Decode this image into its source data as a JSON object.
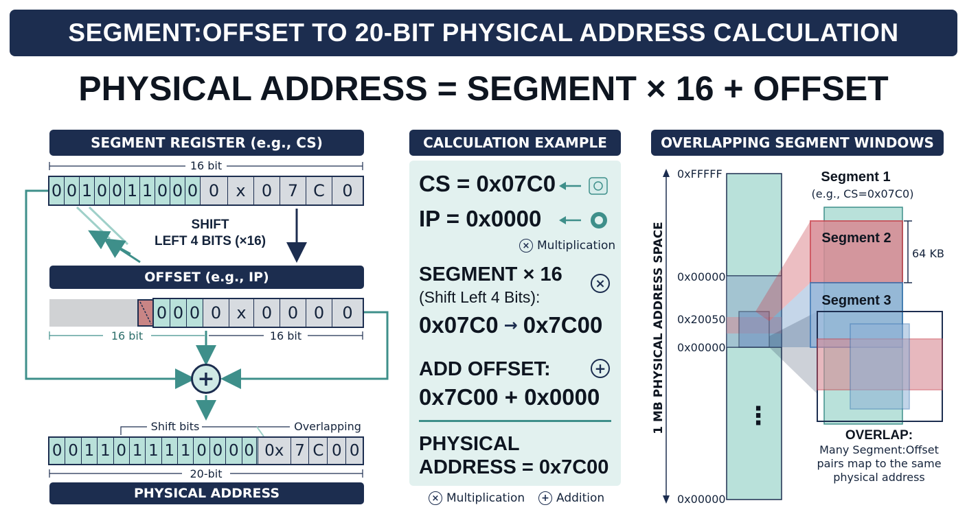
{
  "title": "SEGMENT:OFFSET TO 20-BIT PHYSICAL ADDRESS CALCULATION",
  "formula": "PHYSICAL ADDRESS = SEGMENT × 16 + OFFSET",
  "left": {
    "segment_header": "SEGMENT REGISTER (e.g., CS)",
    "seg_width_label": "16 bit",
    "segment_bits": [
      "0",
      "0",
      "1",
      "0",
      "0",
      "1",
      "1",
      "0",
      "0",
      "0"
    ],
    "segment_hex": [
      "0",
      "x",
      "0",
      "7",
      "C",
      "0"
    ],
    "shift_label_1": "SHIFT",
    "shift_label_2": "LEFT 4 BITS (×16)",
    "offset_header": "OFFSET (e.g., IP)",
    "offset_bits": [
      "0",
      "0",
      "0"
    ],
    "offset_hex": [
      "0",
      "x",
      "0",
      "0",
      "0",
      "0"
    ],
    "offset_width_left": "16 bit",
    "offset_width_right": "16 bit",
    "adder_symbol": "+",
    "shift_bits_label": "Shift bits",
    "overlapping_label": "Overlapping",
    "result_bits": [
      "0",
      "0",
      "1",
      "1",
      "0",
      "1",
      "1",
      "1",
      "1",
      "0",
      "0",
      "0",
      "0"
    ],
    "result_hex": [
      "0x",
      "7",
      "C",
      "0",
      "0"
    ],
    "result_width_label": "20-bit",
    "physical_header": "PHYSICAL ADDRESS"
  },
  "middle": {
    "header": "CALCULATION EXAMPLE",
    "cs_line": "CS = 0x07C0",
    "ip_line": "IP = 0x0000",
    "mult_note": "Multiplication",
    "seg16_line": "SEGMENT × 16",
    "shift_line": "(Shift Left 4 Bits):",
    "shift_from": "0x07C0",
    "shift_arrow": "→",
    "shift_to": "0x7C00",
    "add_line": "ADD OFFSET:",
    "add_expr": "0x7C00 + 0x0000",
    "phys_line1": "PHYSICAL",
    "phys_line2": "ADDRESS = 0x7C00",
    "legend_mult": "Multiplication",
    "legend_add": "Addition",
    "mult_symbol": "×",
    "add_symbol": "+"
  },
  "right": {
    "header": "OVERLAPPING SEGMENT WINDOWS",
    "axis_label": "1 MB PHYSICAL ADDRESS SPACE",
    "addr_top": "0xFFFFF",
    "addr_a": "0x00000",
    "addr_b": "0x20050",
    "addr_c": "0x00000",
    "addr_bottom": "0x00000",
    "ellipsis": "⋮",
    "seg1_title": "Segment 1",
    "seg1_sub": "(e.g., CS=0x07C0)",
    "seg2_title": "Segment 2",
    "seg3_title": "Segment 3",
    "size_label": "64 KB",
    "overlap_title": "OVERLAP:",
    "overlap_desc_1": "Many Segment:Offset",
    "overlap_desc_2": "pairs map to the same",
    "overlap_desc_3": "physical address"
  },
  "colors": {
    "navy": "#1c2d4f",
    "teal": "#b9e1da",
    "teal_line": "#3e8f8a",
    "segment_red": "#c9444f",
    "segment_blue": "#3f78b5",
    "panel_bg": "#e2f1ef"
  }
}
